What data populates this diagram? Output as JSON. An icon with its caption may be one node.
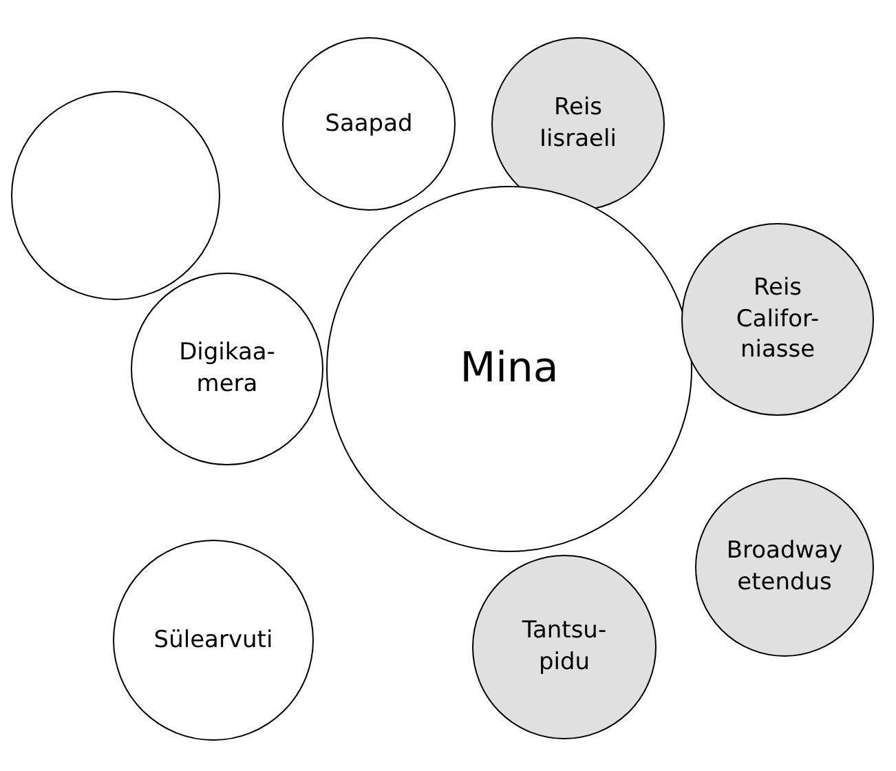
{
  "diagram": {
    "nodes": [
      {
        "text": [],
        "shape": "circle"
      },
      {
        "text": [
          "Saapad"
        ]
      },
      {
        "text": [
          "Reis Iisraeli"
        ]
      },
      {
        "text": [
          "Mina"
        ]
      },
      {
        "text": [
          "Reis Califor- niasse"
        ]
      },
      {
        "text": [
          "Digikaa- mera"
        ]
      },
      {
        "text": [
          "Broadway etendus"
        ]
      },
      {
        "text": [
          "Sülearvuti"
        ]
      },
      {
        "text": [
          "Tantsu- pidu"
        ]
      }
    ]
  }
}
